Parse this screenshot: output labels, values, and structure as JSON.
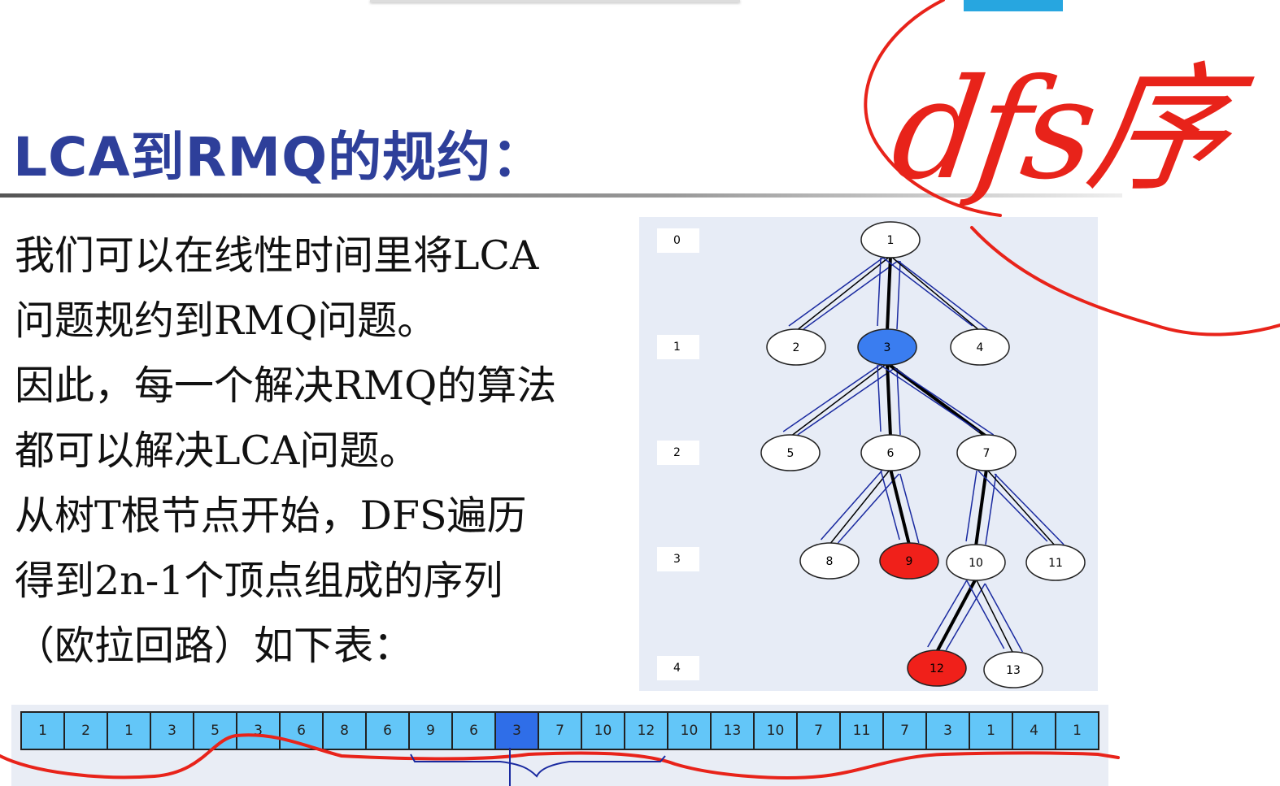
{
  "slide": {
    "title": "LCA到RMQ的规约：",
    "lines": [
      "我们可以在线性时间里将LCA",
      "问题规约到RMQ问题。",
      "因此，每一个解决RMQ的算法",
      "都可以解决LCA问题。",
      "从树T根节点开始，DFS遍历",
      "得到2n-1个顶点组成的序列",
      "（欧拉回路）如下表："
    ]
  },
  "tree": {
    "depth_labels": [
      "0",
      "1",
      "2",
      "3",
      "4"
    ],
    "nodes": [
      {
        "label": "1",
        "color": "#ffffff"
      },
      {
        "label": "2",
        "color": "#ffffff"
      },
      {
        "label": "3",
        "color": "#3a7df0"
      },
      {
        "label": "4",
        "color": "#ffffff"
      },
      {
        "label": "5",
        "color": "#ffffff"
      },
      {
        "label": "6",
        "color": "#ffffff"
      },
      {
        "label": "7",
        "color": "#ffffff"
      },
      {
        "label": "8",
        "color": "#ffffff"
      },
      {
        "label": "9",
        "color": "#f0201a"
      },
      {
        "label": "10",
        "color": "#ffffff"
      },
      {
        "label": "11",
        "color": "#ffffff"
      },
      {
        "label": "12",
        "color": "#f0201a"
      },
      {
        "label": "13",
        "color": "#ffffff"
      }
    ]
  },
  "euler_sequence": [
    "1",
    "2",
    "1",
    "3",
    "5",
    "3",
    "6",
    "8",
    "6",
    "9",
    "6",
    "3",
    "7",
    "10",
    "12",
    "10",
    "13",
    "10",
    "7",
    "11",
    "7",
    "3",
    "1",
    "4",
    "1"
  ],
  "highlight_index": 11,
  "annotation": {
    "handwriting": "dfs序",
    "ink_color": "#e8231a"
  }
}
